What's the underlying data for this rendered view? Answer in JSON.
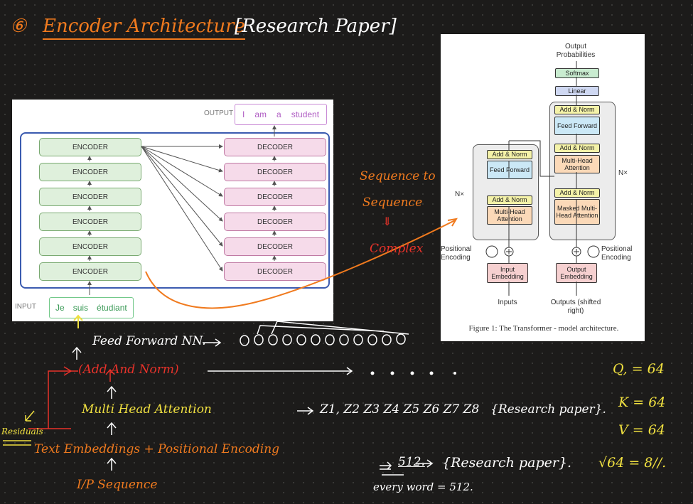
{
  "heading": {
    "number": "⑥",
    "title": "Encoder Architecture",
    "subtitle": "[Research Paper]"
  },
  "stack_figure": {
    "output_label": "OUTPUT",
    "output_tokens": [
      "I",
      "am",
      "a",
      "student"
    ],
    "input_label": "INPUT",
    "input_tokens": [
      "Je",
      "suis",
      "étudiant"
    ],
    "encoders": [
      "ENCODER",
      "ENCODER",
      "ENCODER",
      "ENCODER",
      "ENCODER",
      "ENCODER"
    ],
    "decoders": [
      "DECODER",
      "DECODER",
      "DECODER",
      "DECODER",
      "DECODER",
      "DECODER"
    ]
  },
  "transformer_figure": {
    "output_probabilities": "Output Probabilities",
    "softmax": "Softmax",
    "linear": "Linear",
    "add_norm": "Add & Norm",
    "feed_forward": "Feed Forward",
    "multi_head_attention": "Multi-Head Attention",
    "masked_multi_head_attention": "Masked Multi-Head Attention",
    "nx": "N×",
    "positional_encoding": "Positional Encoding",
    "input_embedding": "Input Embedding",
    "output_embedding": "Output Embedding",
    "inputs": "Inputs",
    "outputs": "Outputs (shifted right)",
    "caption": "Figure 1: The Transformer - model architecture."
  },
  "notes": {
    "seq_to_seq": [
      "Sequence to",
      "Sequence",
      "⇓",
      "Complex"
    ],
    "feed_forward": "Feed Forward NN.",
    "add_norm": "(Add And Norm)",
    "multi_head": "Multi Head Attention",
    "z_list": "Z1, Z2 Z3 Z4 Z5 Z6 Z7 Z8",
    "research_paper_1": "{Research paper}.",
    "text_emb": "Text Embeddings + Positional Encoding",
    "dim_512": "512.",
    "research_paper_2": "{Research paper}.",
    "every_word": "every word = 512.",
    "ip_seq": "I/P Sequence",
    "residuals": "Residuals",
    "q": "Q, = 64",
    "k": "K = 64",
    "v": "V = 64",
    "sqrt": "√64 = 8//."
  },
  "colors": {
    "orange": "#f07a1e",
    "red": "#e8322a",
    "yellow": "#f0e040",
    "white": "#ffffff"
  }
}
